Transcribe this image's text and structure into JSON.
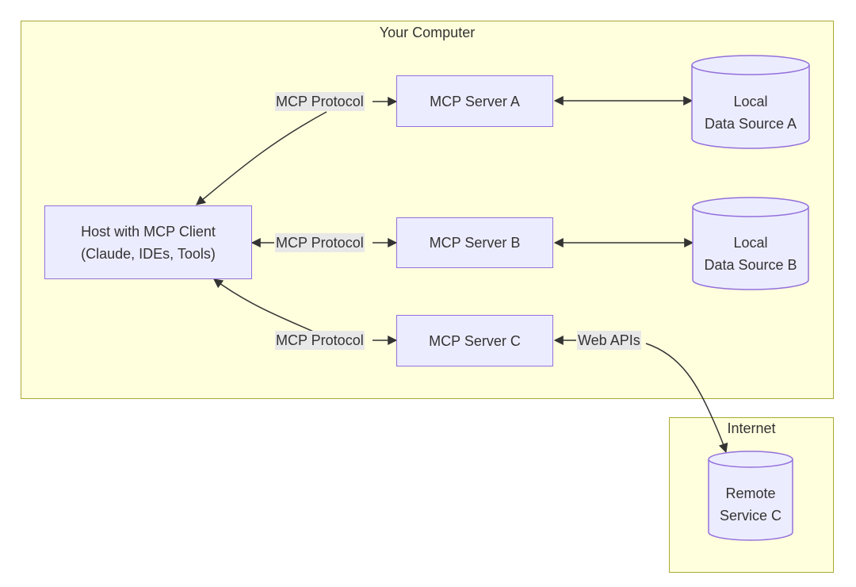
{
  "colors": {
    "cluster_fill": "#ffffde",
    "cluster_border": "#aaaa33",
    "node_fill": "#ececff",
    "node_border": "#9370db",
    "edge": "#333333",
    "edge_label_bg": "#e8e8e8"
  },
  "clusters": {
    "your_computer": {
      "title": "Your Computer"
    },
    "internet": {
      "title": "Internet"
    }
  },
  "nodes": {
    "host": {
      "line1": "Host with MCP Client",
      "line2": "(Claude, IDEs, Tools)"
    },
    "server_a": {
      "label": "MCP Server A"
    },
    "server_b": {
      "label": "MCP Server B"
    },
    "server_c": {
      "label": "MCP Server C"
    },
    "data_a": {
      "line1": "Local",
      "line2": "Data Source A"
    },
    "data_b": {
      "line1": "Local",
      "line2": "Data Source B"
    },
    "remote_c": {
      "line1": "Remote",
      "line2": "Service C"
    }
  },
  "edges": {
    "host_to_a": {
      "label": "MCP Protocol"
    },
    "host_to_b": {
      "label": "MCP Protocol"
    },
    "host_to_c": {
      "label": "MCP Protocol"
    },
    "c_to_remote": {
      "label": "Web APIs"
    }
  }
}
